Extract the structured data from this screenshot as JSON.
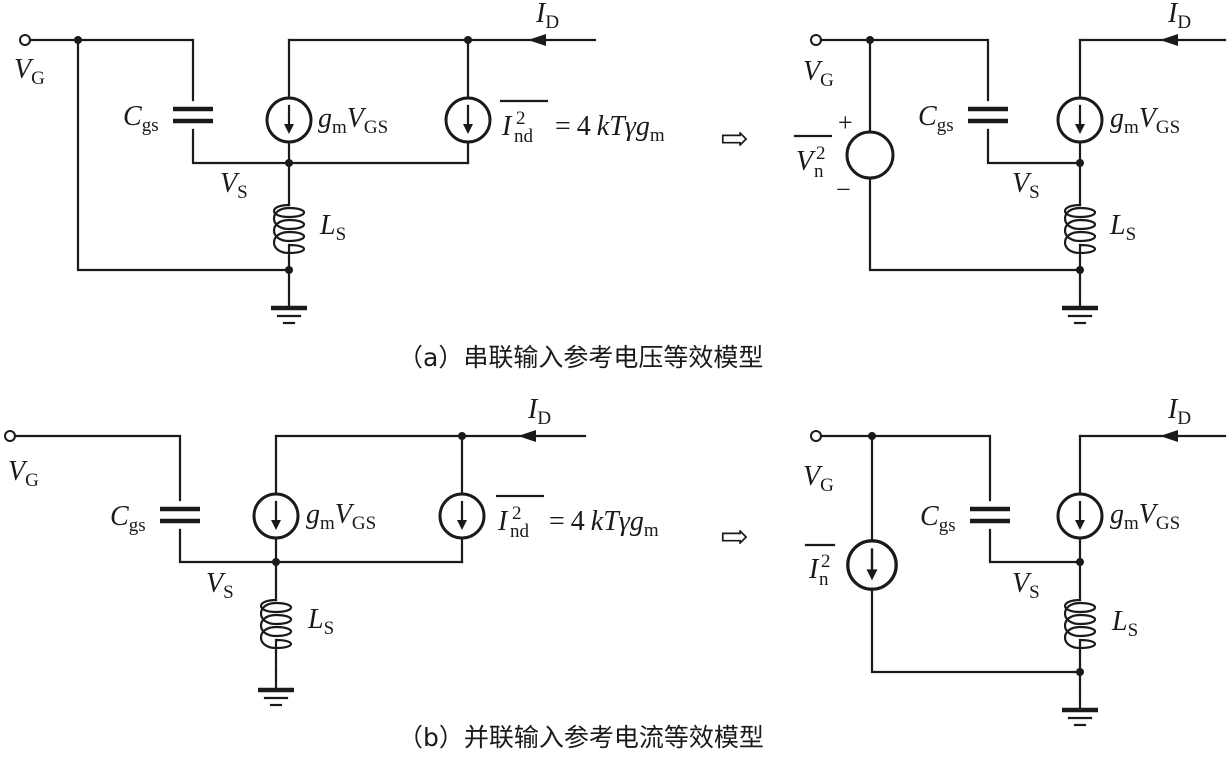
{
  "captions": {
    "a": "（a）串联输入参考电压等效模型",
    "b": "（b）并联输入参考电流等效模型"
  },
  "symbols": {
    "V": "V",
    "G": "G",
    "I": "I",
    "D": "D",
    "C": "C",
    "gs": "gs",
    "g": "g",
    "m": "m",
    "GS": "GS",
    "S": "S",
    "L": "L",
    "nd": "nd",
    "n": "n",
    "two": "2",
    "eq": "=",
    "four": "4",
    "k": "k",
    "T": "T",
    "gamma": "γ",
    "plus": "+",
    "minus": "−",
    "imply": "⇨"
  }
}
